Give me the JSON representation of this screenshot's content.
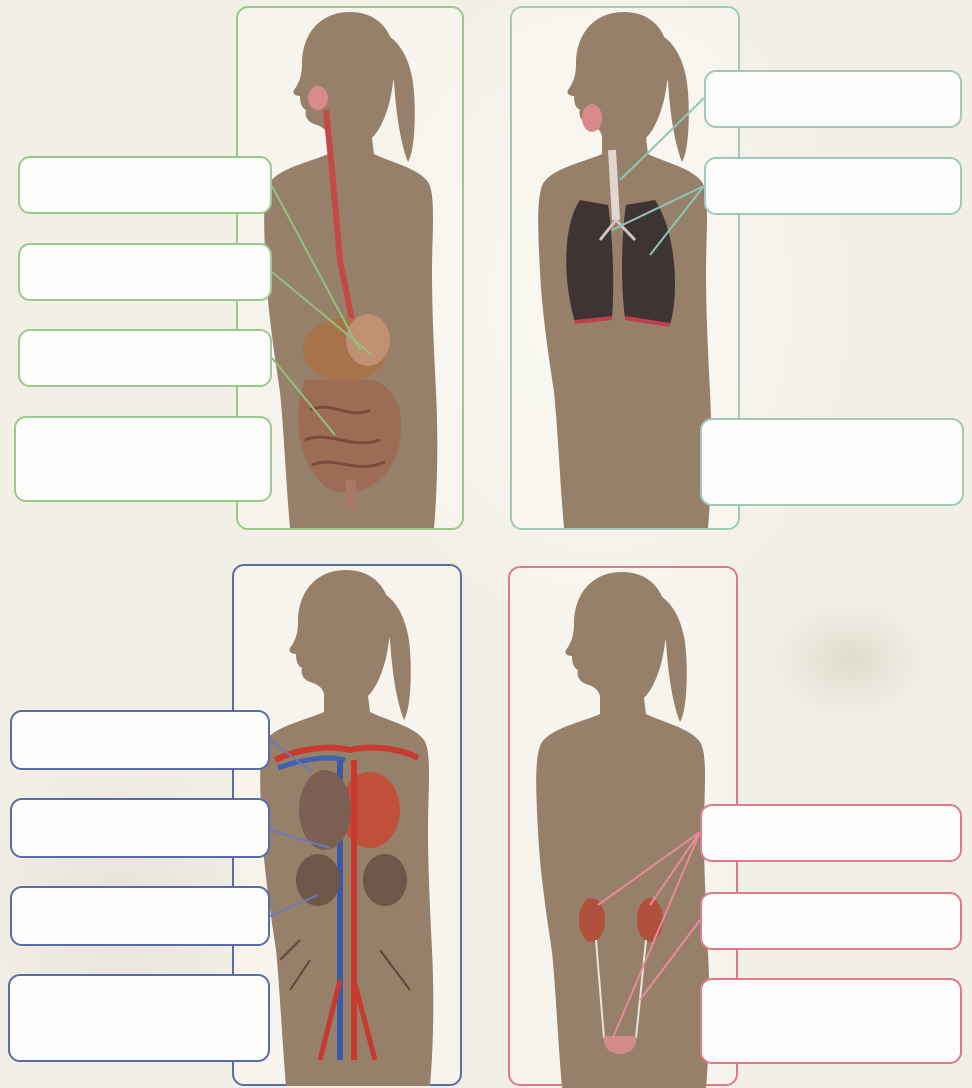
{
  "panels": [
    {
      "id": "digestive",
      "system": "digestive-system",
      "frame_color": "#9bc98c",
      "line_color": "#8fc27f",
      "labels": [
        "",
        "",
        "",
        ""
      ]
    },
    {
      "id": "respiratory",
      "system": "respiratory-system",
      "frame_color": "#9fc9b8",
      "line_color": "#8dc6b6",
      "labels": [
        "",
        "",
        ""
      ]
    },
    {
      "id": "circulatory",
      "system": "circulatory-system",
      "frame_color": "#5b6aa8",
      "line_color": "#6a7ab8",
      "labels": [
        "",
        "",
        "",
        ""
      ]
    },
    {
      "id": "urinary",
      "system": "urinary-system",
      "frame_color": "#e07a8a",
      "line_color": "#e88a98",
      "labels": [
        "",
        "",
        ""
      ]
    }
  ],
  "colors": {
    "silhouette": "#96806a",
    "background": "#f2efe6"
  }
}
